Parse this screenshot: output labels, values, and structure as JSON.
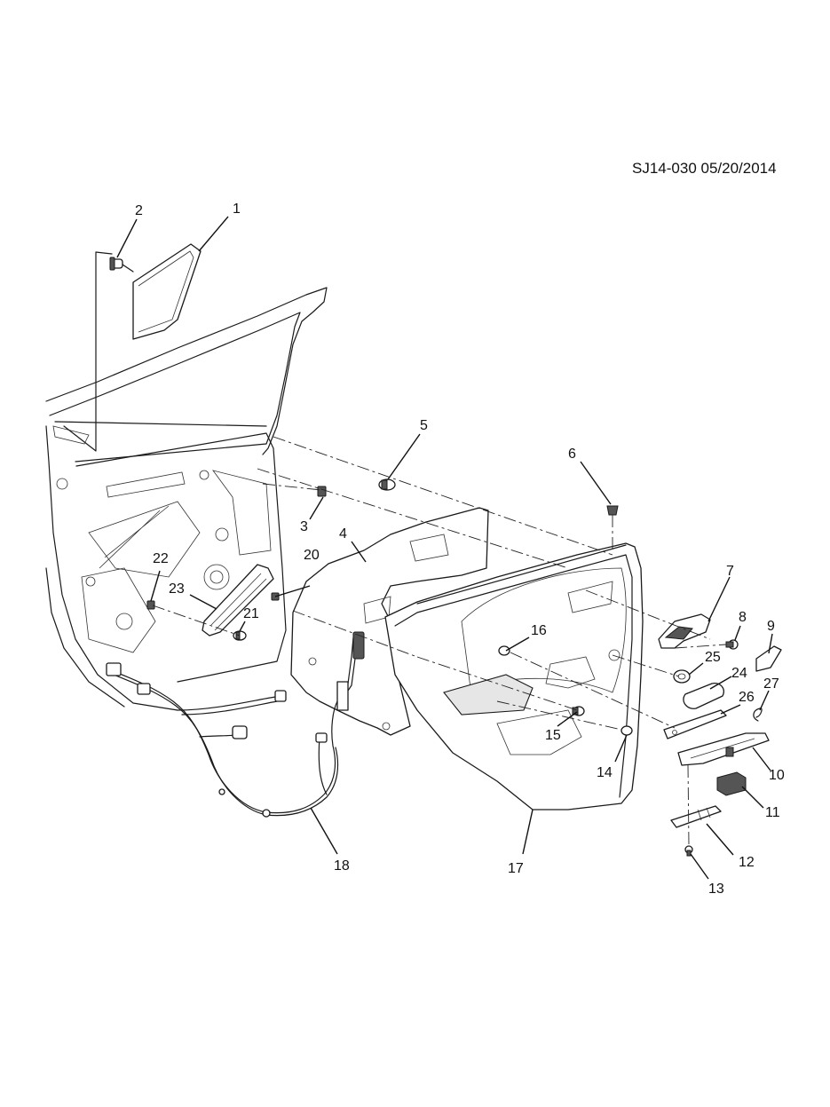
{
  "header": {
    "doc_id": "SJ14-030 05/20/2014"
  },
  "callouts": [
    {
      "label": "1"
    },
    {
      "label": "2"
    },
    {
      "label": "3"
    },
    {
      "label": "4"
    },
    {
      "label": "5"
    },
    {
      "label": "6"
    },
    {
      "label": "7"
    },
    {
      "label": "8"
    },
    {
      "label": "9"
    },
    {
      "label": "10"
    },
    {
      "label": "11"
    },
    {
      "label": "12"
    },
    {
      "label": "13"
    },
    {
      "label": "14"
    },
    {
      "label": "15"
    },
    {
      "label": "16"
    },
    {
      "label": "17"
    },
    {
      "label": "18"
    },
    {
      "label": "20"
    },
    {
      "label": "21"
    },
    {
      "label": "22"
    },
    {
      "label": "23"
    },
    {
      "label": "24"
    },
    {
      "label": "25"
    },
    {
      "label": "26"
    },
    {
      "label": "27"
    }
  ]
}
